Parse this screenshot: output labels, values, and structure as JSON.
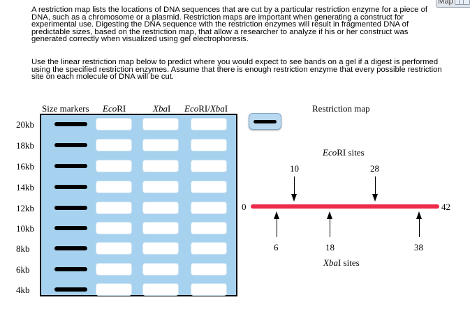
{
  "toolbar": {
    "map_button_label": "Map"
  },
  "intro": {
    "paragraph1": "A restriction map lists the locations of DNA sequences that are cut by a particular restriction enzyme for a piece of DNA, such as a chromosome or a plasmid. Restriction maps are important when generating a construct for experimental use. Digesting the DNA sequence with the restriction enzymes will result in fragmented DNA of predictable sizes, based on the restriction map, that allow a researcher to analyze if his or her construct was generated correctly when visualized using gel electrophoresis.",
    "paragraph2": "Use the linear restriction map below to predict where you would expect to see bands on a gel if a digest is performed using the specified restriction enzymes. Assume that there is enough restriction enzyme that every possible restriction site on each molecule of DNA will be cut."
  },
  "gel": {
    "lane_headers": {
      "markers": "Size markers",
      "ecori_italic": "Eco",
      "ecori_roman": "RI",
      "xbai_italic": "Xba",
      "xbai_roman": "I",
      "double_italic1": "Eco",
      "double_roman1": "RI/",
      "double_italic2": "Xba",
      "double_roman2": "I"
    },
    "size_labels": [
      "20kb",
      "18kb",
      "16kb",
      "14kb",
      "12kb",
      "10kb",
      "8kb",
      "6kb",
      "4kb"
    ],
    "lanes": [
      "EcoRI",
      "XbaI",
      "EcoRI/XbaI"
    ]
  },
  "restriction_map": {
    "title": "Restriction map",
    "start": "0",
    "end": "42",
    "ecori_label_italic": "Eco",
    "ecori_label_roman": "RI sites",
    "xbai_label_italic": "Xba",
    "xbai_label_roman": "I sites",
    "ecori_sites": [
      "10",
      "28"
    ],
    "xbai_sites": [
      "6",
      "18",
      "38"
    ]
  },
  "colors": {
    "gel_background": "#a6d2ef",
    "dna_bar": "#ee2a4b",
    "band": "#000000"
  }
}
